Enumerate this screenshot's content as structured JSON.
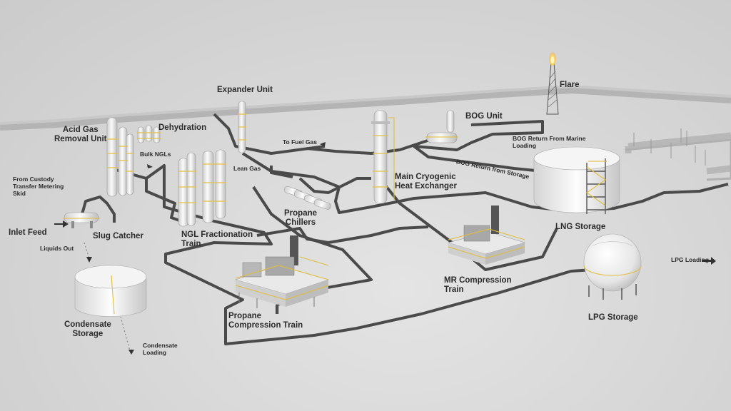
{
  "labels": {
    "expander_unit": "Expander Unit",
    "flare": "Flare",
    "acid_gas": "Acid Gas\nRemoval Unit",
    "dehydration": "Dehydration",
    "bog_unit": "BOG Unit",
    "to_fuel_gas": "To Fuel Gas",
    "bog_return_marine": "BOG Return From Marine\nLoading",
    "bulk_ngls": "Bulk NGLs",
    "bog_return_storage": "BOG Return from Storage",
    "custody": "From Custody\nTransfer Metering\nSkid",
    "lean_gas": "Lean Gas",
    "main_cryo": "Main Cryogenic\nHeat Exchanger",
    "propane_chillers": "Propane\nChillers",
    "inlet_feed": "Inlet Feed",
    "slug_catcher": "Slug Catcher",
    "ngl_fractionation": "NGL Fractionation\nTrain",
    "lng_storage": "LNG Storage",
    "liquids_out": "Liquids Out",
    "lpg_loading": "LPG Loading",
    "mr_compression": "MR Compression\nTrain",
    "condensate_storage": "Condensate\nStorage",
    "lpg_storage": "LPG Storage",
    "propane_compression": "Propane\nCompression Train",
    "condensate_loading": "Condensate\nLoading"
  },
  "icons": {
    "flow_arrow": "arrow-right-icon",
    "flare_flame": "flame-icon"
  },
  "colors": {
    "pipe": "#4a4a4a",
    "railing": "#e0bd3e",
    "ground": "#d9d9d9",
    "tank": "#f2f2f2"
  }
}
